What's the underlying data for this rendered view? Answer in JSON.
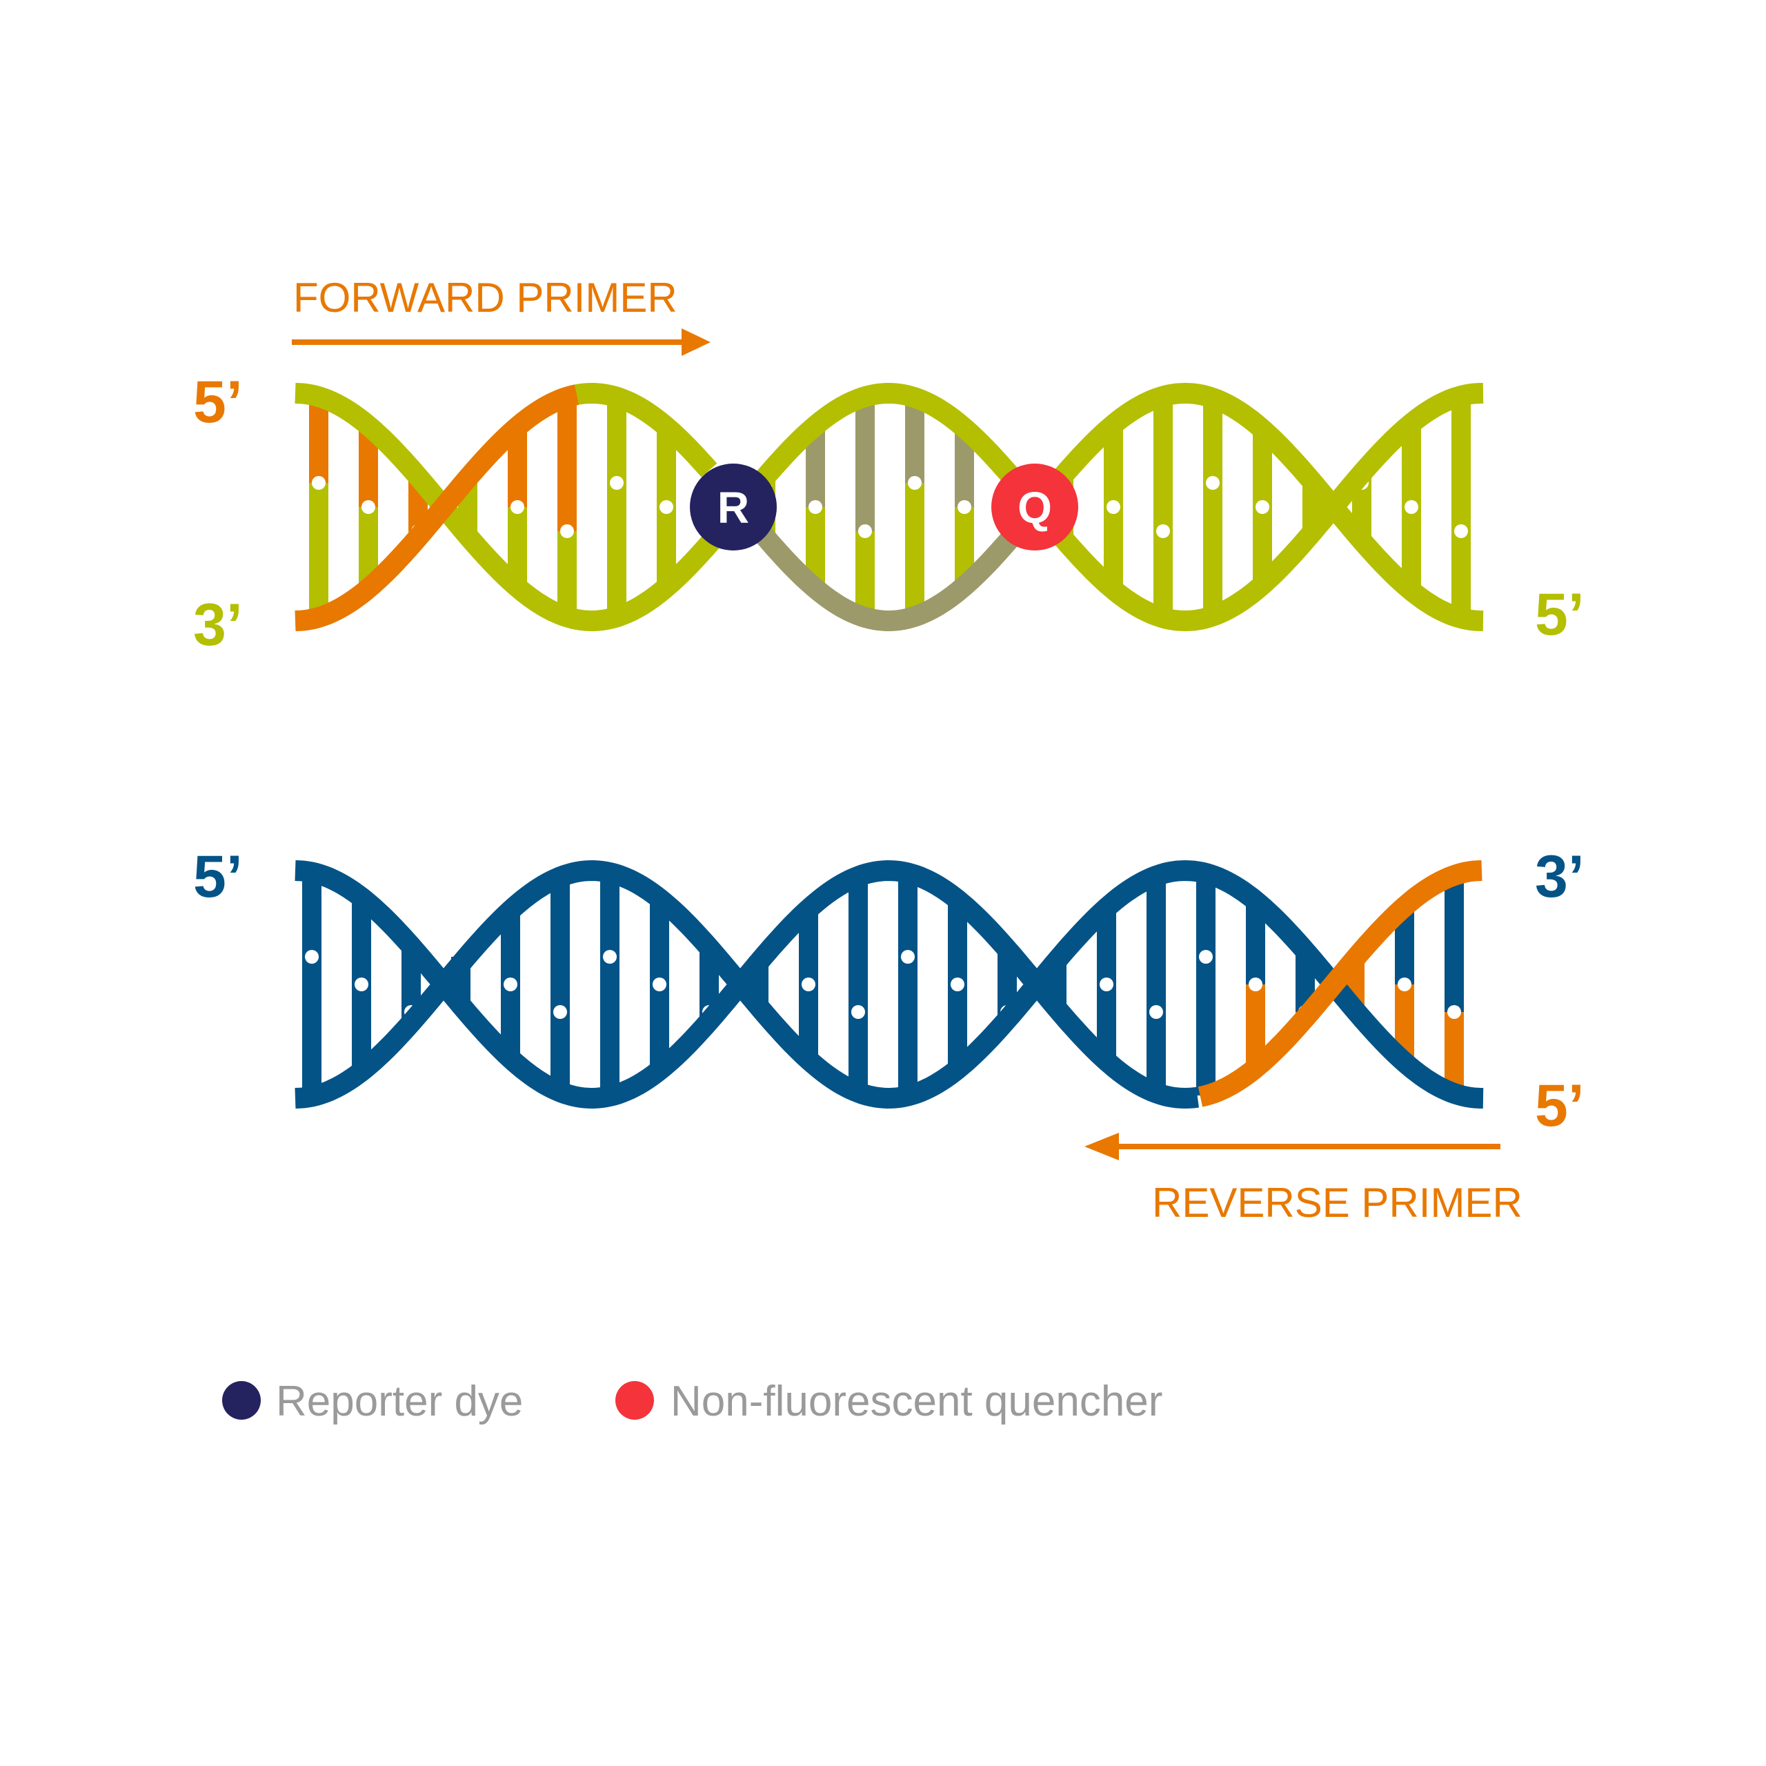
{
  "colors": {
    "green": "#b3bf00",
    "orange": "#e87800",
    "blue": "#035387",
    "probe": "#9c9a6a",
    "reporter": "#252260",
    "quencher": "#f4333b",
    "legend_text": "#9a9a9a",
    "white": "#ffffff"
  },
  "top": {
    "label_left_top": "5’",
    "label_left_bottom": "3’",
    "label_right": "5’",
    "forward_primer": "FORWARD PRIMER",
    "reporter_letter": "R",
    "quencher_letter": "Q"
  },
  "bottom": {
    "label_left": "5’",
    "label_right_top": "3’",
    "label_right_bottom": "5’",
    "reverse_primer": "REVERSE PRIMER"
  },
  "legend": {
    "reporter": "Reporter dye",
    "quencher": "Non-fluorescent quencher"
  }
}
